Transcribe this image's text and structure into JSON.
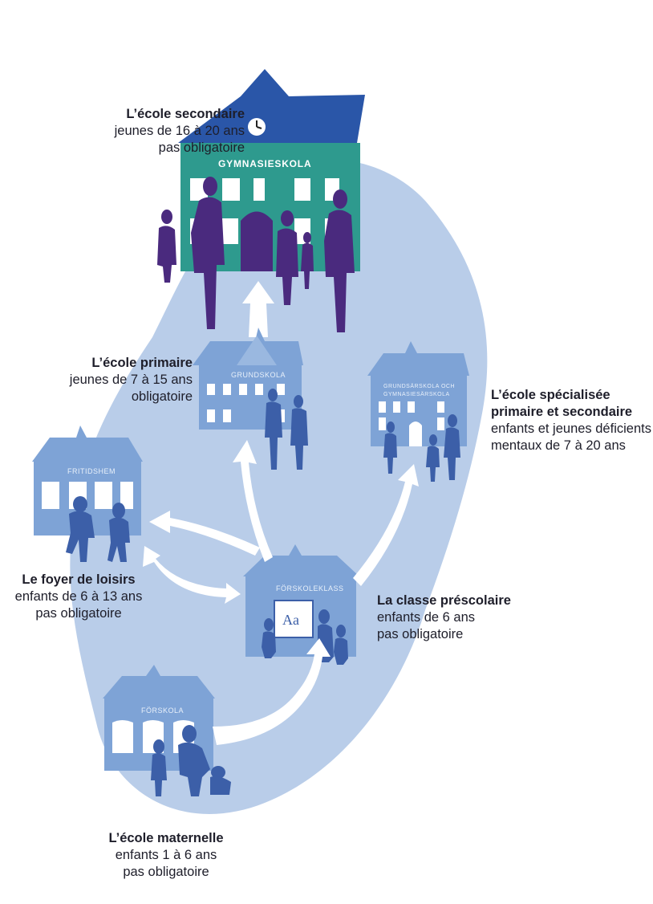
{
  "labels": {
    "secondary": {
      "title": "L’école secondaire",
      "line1": "jeunes de 16 à 20 ans",
      "line2": "pas obligatoire"
    },
    "primary": {
      "title": "L’école primaire",
      "line1": "jeunes de 7 à 15 ans",
      "line2": "obligatoire"
    },
    "special": {
      "title": "L’école spécialisée",
      "title2": "primaire et secondaire",
      "line1": "enfants et jeunes déficients",
      "line2": "mentaux de 7 à 20 ans"
    },
    "leisure": {
      "title": "Le foyer de loisirs",
      "line1": "enfants de 6 à 13 ans",
      "line2": "pas obligatoire"
    },
    "preschool": {
      "title": "La classe préscolaire",
      "line1": "enfants de 6 ans",
      "line2": "pas obligatoire"
    },
    "kindergarten": {
      "title": "L’école maternelle",
      "line1": "enfants 1 à 6 ans",
      "line2": "pas obligatoire"
    }
  },
  "signs": {
    "secondary": "GYMNASIESKOLA",
    "primary": "GRUNDSKOLA",
    "special_1": "GRUNDSÄRSKOLA OCH",
    "special_2": "GYMNASIESÄRSKOLA",
    "leisure": "FRITIDSHEM",
    "preschool": "FÖRSKOLEKLASS",
    "kindergarten": "FÖRSKOLA",
    "blackboard": "Aa"
  },
  "colors": {
    "blob": "#b9cde9",
    "building": "#7ea3d6",
    "building_dark": "#5f86c4",
    "people": "#3c5fa8",
    "people_dark": "#4a2a7e",
    "secondary_body": "#2e9a8e",
    "secondary_roof": "#2a56a8",
    "arrow": "#ffffff"
  }
}
